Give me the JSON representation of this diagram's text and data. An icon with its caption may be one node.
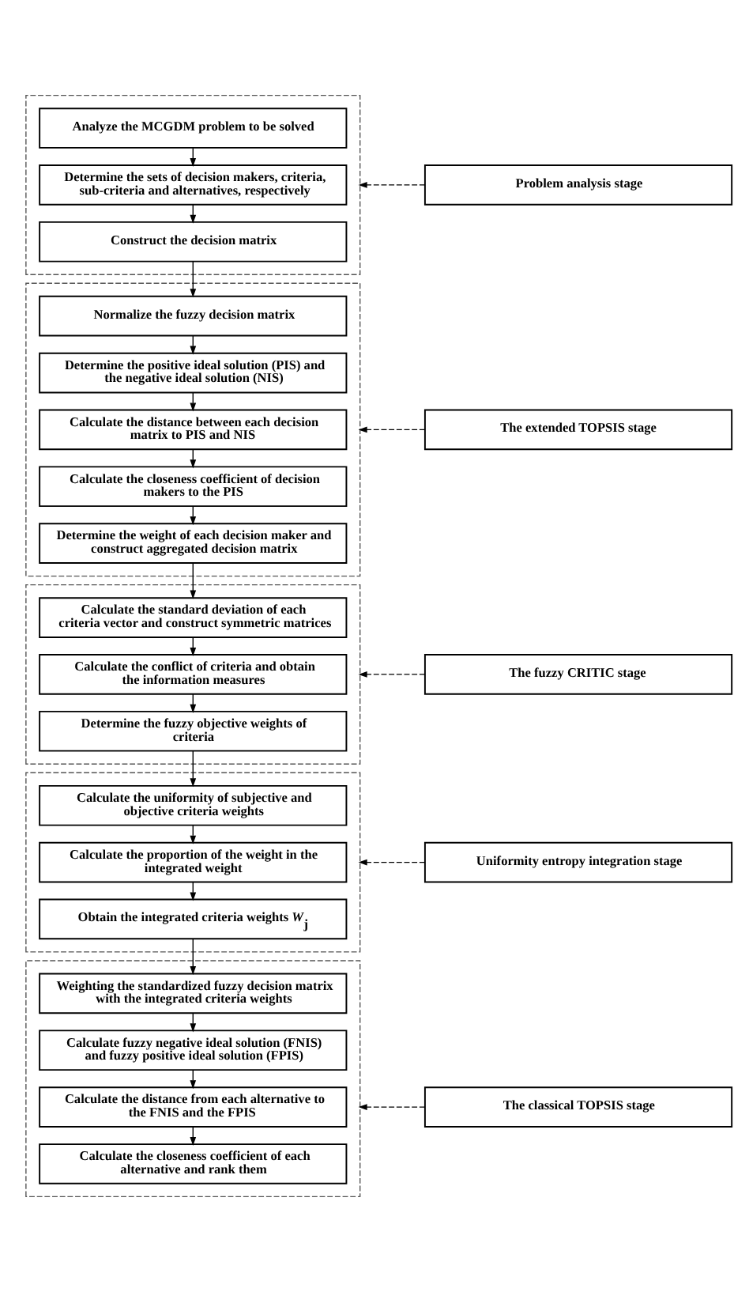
{
  "diagram": {
    "nodes": [
      {
        "text": [],
        "shape": "box"
      },
      {
        "text": [
          "Analyze the MCGDM problem to be solved"
        ],
        "in": 0
      },
      {
        "text": [
          "Determine the sets of decision makers, criteria, sub-criteria and alternatives, respectively"
        ],
        "in": 0
      },
      {
        "text": [
          "Construct the decision matrix"
        ],
        "in": 0
      },
      {
        "text": [],
        "shape": "box"
      },
      {
        "text": [
          "Normalize the fuzzy decision matrix"
        ],
        "in": 4
      },
      {
        "text": [
          "Determine the positive ideal solution (PIS) and the negative ideal solution (NIS)"
        ],
        "in": 4
      },
      {
        "text": [
          "Calculate the distance between each decision matrix to PIS and NIS"
        ],
        "in": 4
      },
      {
        "text": [
          "Calculate the closeness coefficient of decision makers to the PIS"
        ],
        "in": 4
      },
      {
        "text": [
          "Determine the weight of each decision maker and construct aggregated decision matrix"
        ],
        "in": 4
      },
      {
        "text": [],
        "shape": "box"
      },
      {
        "text": [
          "Calculate the standard deviation of each criteria vector and construct symmetric matrices"
        ],
        "in": 10
      },
      {
        "text": [
          "Calculate the conflict of criteria and obtain the information measures"
        ],
        "in": 10
      },
      {
        "text": [
          "Determine the fuzzy objective weights of criteria"
        ],
        "in": 10
      },
      {
        "text": [],
        "shape": "box"
      },
      {
        "text": [
          "Calculate the uniformity of subjective and objective criteria weights"
        ],
        "in": 14
      },
      {
        "text": [
          "Calculate the proportion of the weight in the integrated weight"
        ],
        "in": 14
      },
      {
        "text": [
          "Obtain the integrated criteria weights *W*$_{j}$"
        ],
        "in": 14
      },
      {
        "text": [],
        "shape": "box"
      },
      {
        "text": [
          "Weighting the standardized fuzzy decision matrix with the integrated criteria weights"
        ],
        "in": 18
      },
      {
        "text": [
          "Calculate fuzzy negative ideal solution (FNIS) and fuzzy positive ideal solution (FPIS)"
        ],
        "in": 18
      },
      {
        "text": [
          "Calculate the distance from each alternative to the FNIS and the FPIS"
        ],
        "in": 18
      },
      {
        "text": [
          "Calculate the closeness coefficient of each alternative and rank them"
        ],
        "in": 18
      },
      {
        "text": [
          "Problem analysis stage"
        ]
      },
      {
        "text": [
          "The extended TOPSIS stage"
        ]
      },
      {
        "text": [
          "The fuzzy CRITIC stage"
        ]
      },
      {
        "text": [
          "Uniformity entropy integration stage"
        ]
      },
      {
        "text": [
          "The classical TOPSIS stage"
        ]
      }
    ],
    "edges": [
      {
        "from": 1,
        "to": 2,
        "arrow": "to"
      },
      {
        "from": 2,
        "to": 3,
        "arrow": "to"
      },
      {
        "from": 3,
        "to": 5,
        "arrow": "to"
      },
      {
        "from": 5,
        "to": 6,
        "arrow": "to"
      },
      {
        "from": 6,
        "to": 7,
        "arrow": "to"
      },
      {
        "from": 7,
        "to": 8,
        "arrow": "to"
      },
      {
        "from": 8,
        "to": 9,
        "arrow": "to"
      },
      {
        "from": 9,
        "to": 11,
        "arrow": "to"
      },
      {
        "from": 11,
        "to": 12,
        "arrow": "to"
      },
      {
        "from": 12,
        "to": 13,
        "arrow": "to"
      },
      {
        "from": 13,
        "to": 15,
        "arrow": "to"
      },
      {
        "from": 15,
        "to": 16,
        "arrow": "to"
      },
      {
        "from": 16,
        "to": 17,
        "arrow": "to"
      },
      {
        "from": 17,
        "to": 19,
        "arrow": "to"
      },
      {
        "from": 19,
        "to": 20,
        "arrow": "to"
      },
      {
        "from": 20,
        "to": 21,
        "arrow": "to"
      },
      {
        "from": 21,
        "to": 22,
        "arrow": "to"
      },
      {
        "from": 23,
        "to": 0,
        "arrow": "to",
        "style": "dashed"
      },
      {
        "from": 24,
        "to": 4,
        "arrow": "to",
        "style": "dashed"
      },
      {
        "from": 25,
        "to": 10,
        "arrow": "to",
        "style": "dashed"
      },
      {
        "from": 26,
        "to": 14,
        "arrow": "to",
        "style": "dashed"
      },
      {
        "from": 27,
        "to": 18,
        "arrow": "to",
        "style": "dashed"
      }
    ]
  }
}
